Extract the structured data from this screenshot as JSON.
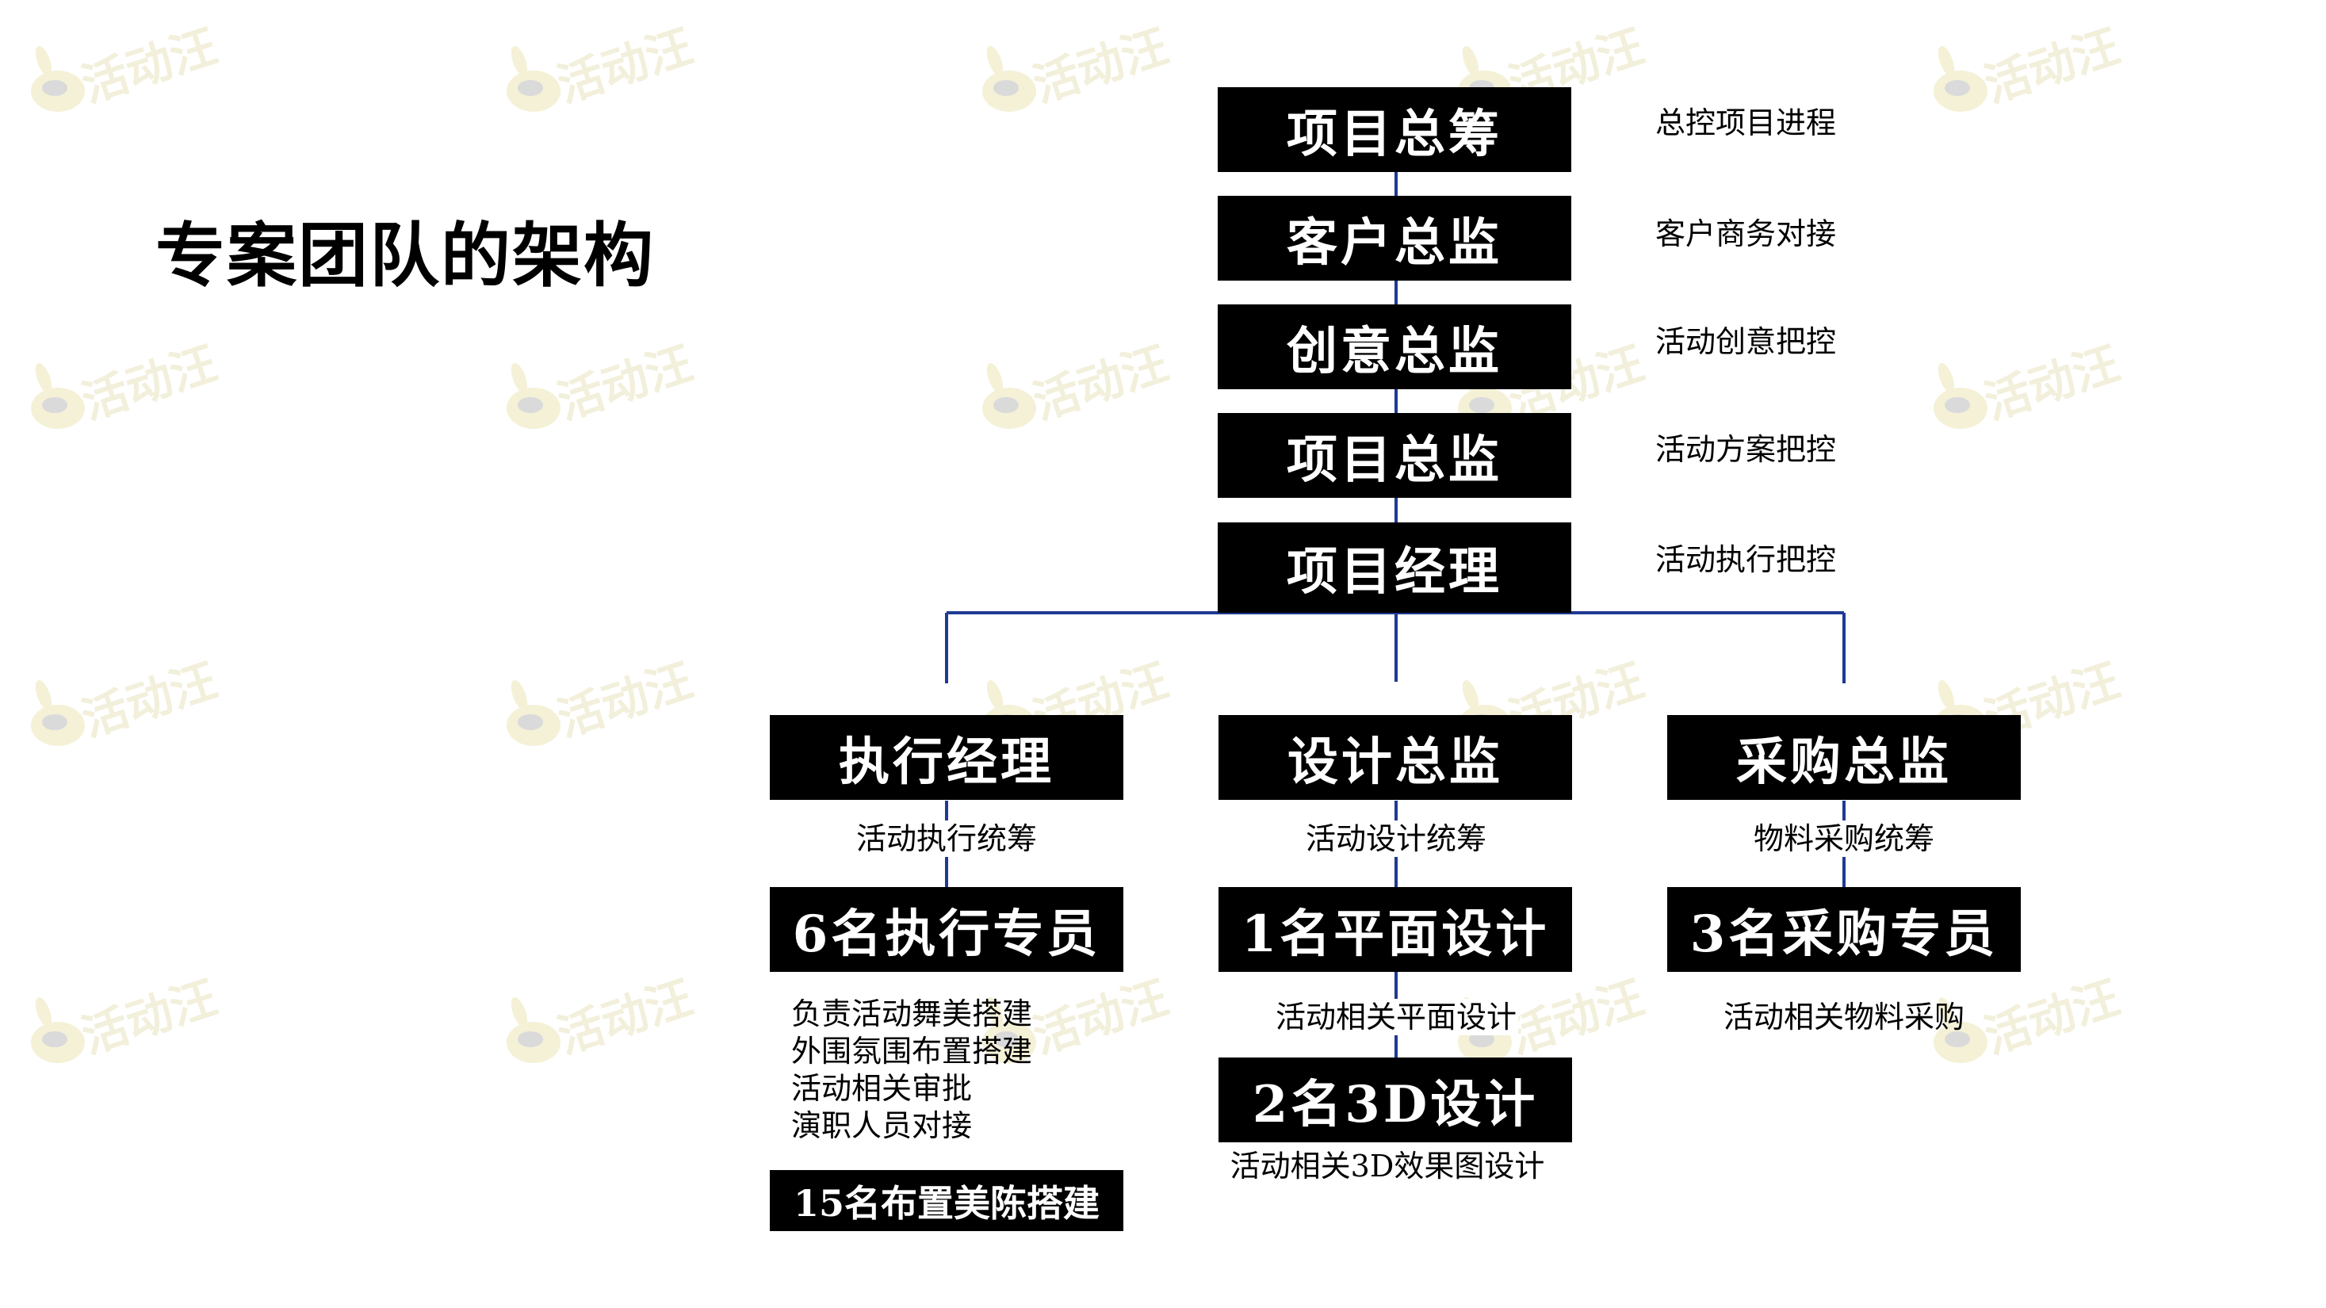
{
  "title": "专案团队的架构",
  "watermark": "活动汪",
  "colors": {
    "box": "#000000",
    "box_text": "#ffffff",
    "line": "#1f3a93",
    "note": "#000000"
  },
  "chain": [
    {
      "label": "项目总筹",
      "note": "总控项目进程"
    },
    {
      "label": "客户总监",
      "note": "客户商务对接"
    },
    {
      "label": "创意总监",
      "note": "活动创意把控"
    },
    {
      "label": "项目总监",
      "note": "活动方案把控"
    },
    {
      "label": "项目经理",
      "note": "活动执行把控"
    }
  ],
  "branches": [
    {
      "head": "执行经理",
      "head_note": "活动执行统筹",
      "staff": "6名执行专员",
      "staff_note": [
        "负责活动舞美搭建",
        "外围氛围布置搭建",
        "活动相关审批",
        "演职人员对接"
      ],
      "extra": "15名布置美陈搭建"
    },
    {
      "head": "设计总监",
      "head_note": "活动设计统筹",
      "staff": "1名平面设计",
      "staff_note": "活动相关平面设计",
      "extra": "2名3D设计",
      "extra_note": "活动相关3D效果图设计"
    },
    {
      "head": "采购总监",
      "head_note": "物料采购统筹",
      "staff": "3名采购专员",
      "staff_note": "活动相关物料采购"
    }
  ]
}
